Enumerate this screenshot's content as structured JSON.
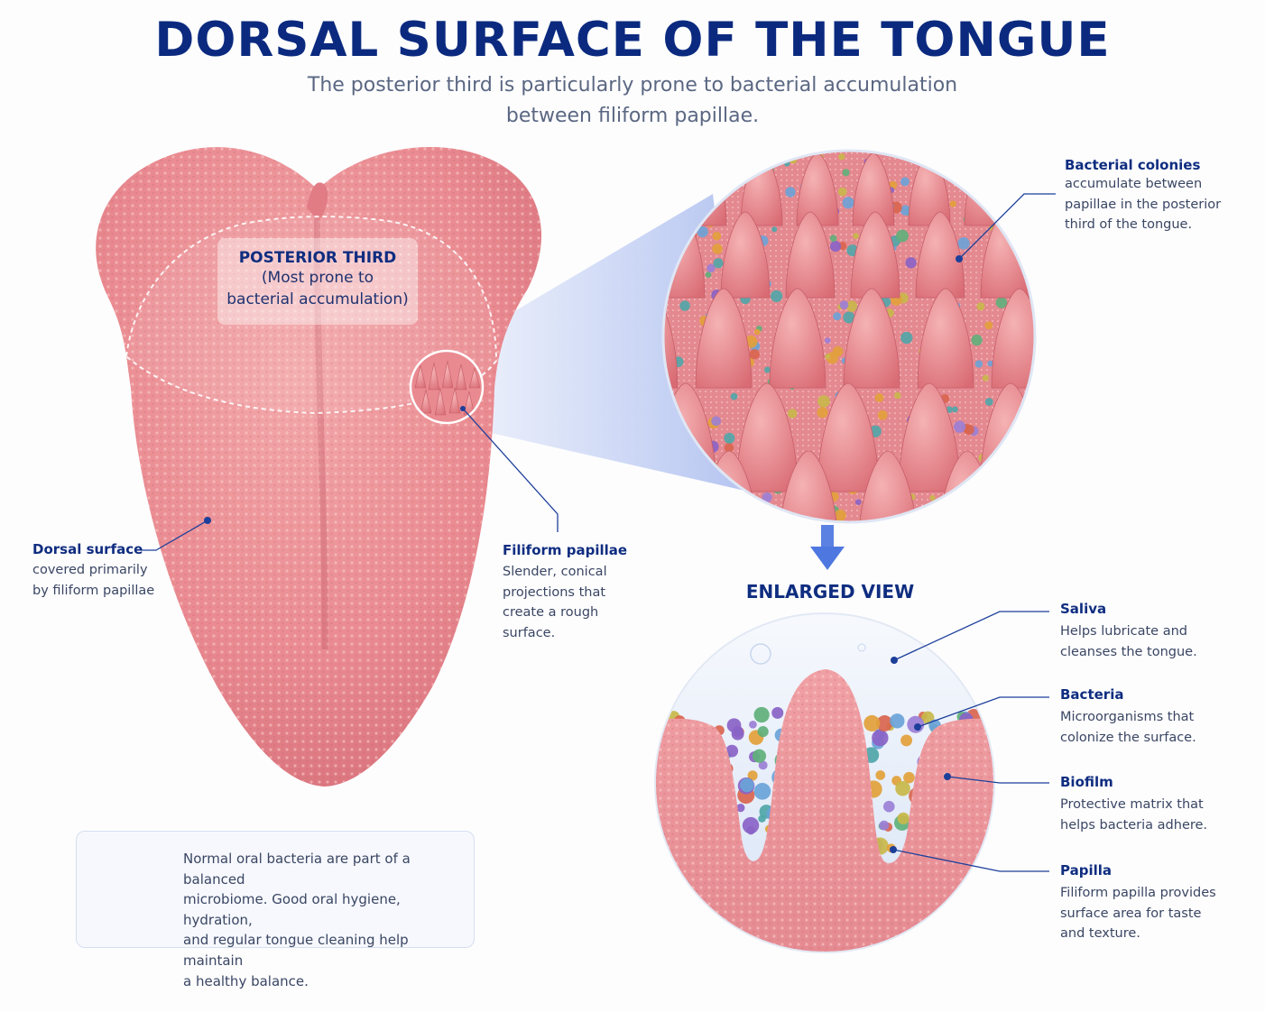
{
  "header": {
    "title": "DORSAL SURFACE OF THE TONGUE",
    "subtitle_line1": "The posterior third is particularly prone to bacterial accumulation",
    "subtitle_line2": "between filiform papillae."
  },
  "tongue": {
    "region_title": "POSTERIOR THIRD",
    "region_desc_line1": "(Most prone to",
    "region_desc_line2": "bacterial accumulation)"
  },
  "callouts": {
    "dorsal": {
      "title": "Dorsal surface",
      "lines": [
        "covered primarily",
        "by filiform papillae"
      ]
    },
    "filiform": {
      "title": "Filiform papillae",
      "lines": [
        "Slender, conical",
        "projections that",
        "create a rough",
        "surface."
      ]
    },
    "colonies": {
      "title": "Bacterial colonies",
      "lines": [
        "accumulate between",
        "papillae in the posterior",
        "third of the tongue."
      ]
    },
    "saliva": {
      "title": "Saliva",
      "lines": [
        "Helps lubricate and",
        "cleanses the tongue."
      ]
    },
    "bacteria": {
      "title": "Bacteria",
      "lines": [
        "Microorganisms that",
        "colonize the surface."
      ]
    },
    "biofilm": {
      "title": "Biofilm",
      "lines": [
        "Protective matrix that",
        "helps bacteria adhere."
      ]
    },
    "papilla": {
      "title": "Papilla",
      "lines": [
        "Filiform papilla provides",
        "surface area for taste",
        "and texture."
      ]
    }
  },
  "enlarged": {
    "title": "ENLARGED VIEW"
  },
  "info": {
    "text_lines": [
      "Normal oral bacteria are part of a balanced",
      "microbiome. Good oral hygiene, hydration,",
      "and regular tongue cleaning help maintain",
      "a healthy balance."
    ],
    "icon": "shield-tooth-icon"
  },
  "colors": {
    "title": "#0b2a7f",
    "accent": "#1d3f9a",
    "tongue": "#e47f87",
    "tongue_light": "#f2a3a6",
    "tongue_dark": "#c85a66",
    "saliva": "#dfe9f8"
  }
}
